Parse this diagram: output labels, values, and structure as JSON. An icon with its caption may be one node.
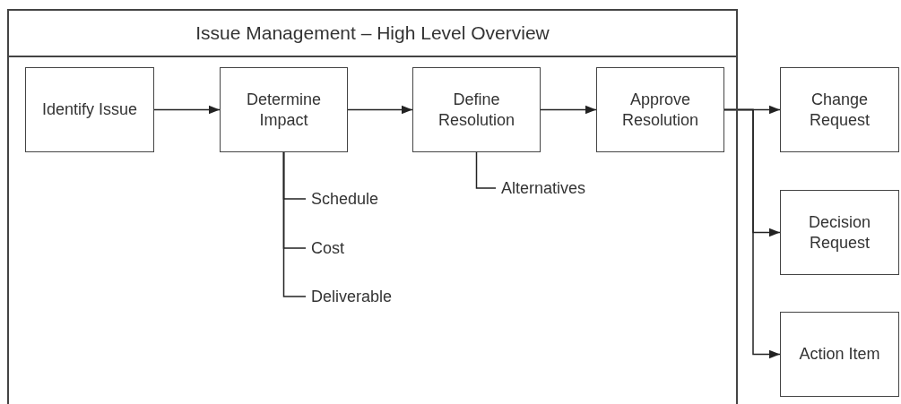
{
  "diagram": {
    "nodes": [
      {
        "text": [
          "Issue Management – High Level Overview"
        ]
      },
      {
        "text": [
          "Identify Issue"
        ],
        "in": 0
      },
      {
        "text": [
          "Determine Impact"
        ],
        "in": 0
      },
      {
        "text": [
          "Define Resolution"
        ],
        "in": 0
      },
      {
        "text": [
          "Approve Resolution"
        ],
        "in": 0
      },
      {
        "text": [
          "Schedule"
        ],
        "in": 0
      },
      {
        "text": [
          "Cost"
        ],
        "in": 0
      },
      {
        "text": [
          "Deliverable"
        ],
        "in": 0
      },
      {
        "text": [
          "Alternatives"
        ],
        "in": 0
      },
      {
        "text": [
          "Change Request"
        ]
      },
      {
        "text": [
          "Decision Request"
        ]
      },
      {
        "text": [
          "Action Item"
        ]
      }
    ],
    "edges": [
      {
        "from": 1,
        "to": 2,
        "arrow": "to"
      },
      {
        "from": 2,
        "to": 3,
        "arrow": "to"
      },
      {
        "from": 3,
        "to": 4,
        "arrow": "to"
      },
      {
        "from": 2,
        "to": 5,
        "arrow": "none"
      },
      {
        "from": 2,
        "to": 6,
        "arrow": "none"
      },
      {
        "from": 2,
        "to": 7,
        "arrow": "none"
      },
      {
        "from": 3,
        "to": 8,
        "arrow": "none"
      },
      {
        "from": 4,
        "to": 9,
        "arrow": "to"
      },
      {
        "from": 4,
        "to": 10,
        "arrow": "to"
      },
      {
        "from": 4,
        "to": 11,
        "arrow": "to"
      }
    ]
  }
}
